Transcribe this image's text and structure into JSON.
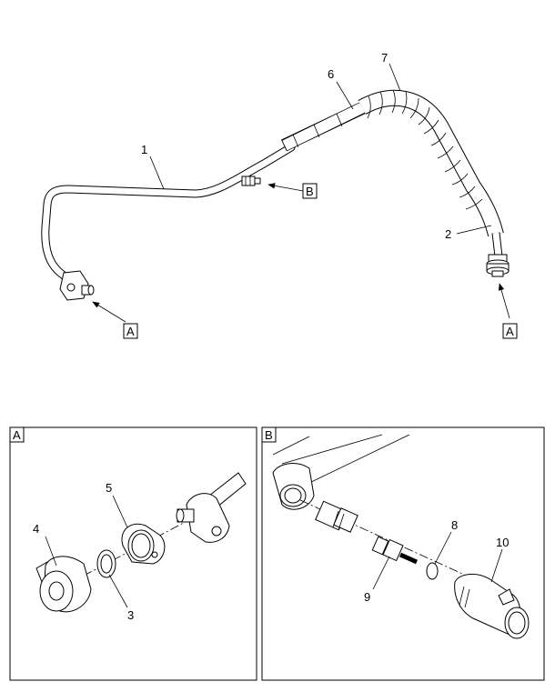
{
  "callouts": {
    "c1": "1",
    "c2": "2",
    "c3": "3",
    "c4": "4",
    "c5": "5",
    "c6": "6",
    "c7": "7",
    "c8": "8",
    "c9": "9",
    "c10": "10"
  },
  "view_refs": {
    "a_left": "A",
    "a_right": "A",
    "b_main": "B"
  },
  "detail_panels": {
    "a_title": "A",
    "b_title": "B"
  }
}
